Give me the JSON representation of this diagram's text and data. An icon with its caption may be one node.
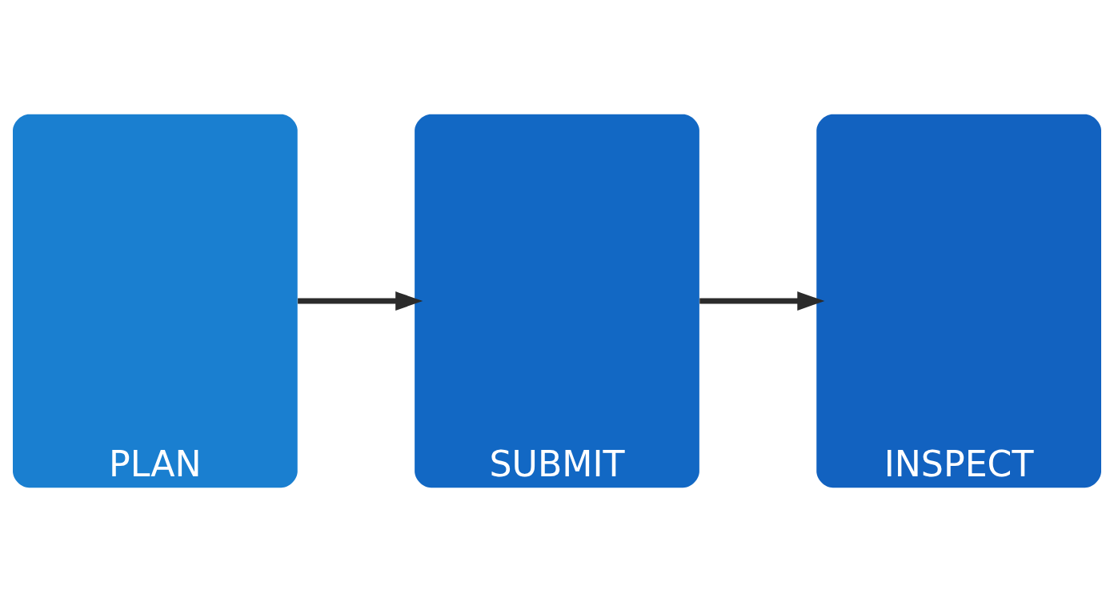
{
  "diagram": {
    "nodes": [
      {
        "text": [
          "PLAN"
        ]
      },
      {
        "text": [
          "SUBMIT"
        ]
      },
      {
        "text": [
          "INSPECT"
        ]
      }
    ],
    "edges": [
      {
        "from": 0,
        "to": 1,
        "arrow": "to"
      },
      {
        "from": 1,
        "to": 2,
        "arrow": "to"
      }
    ]
  }
}
